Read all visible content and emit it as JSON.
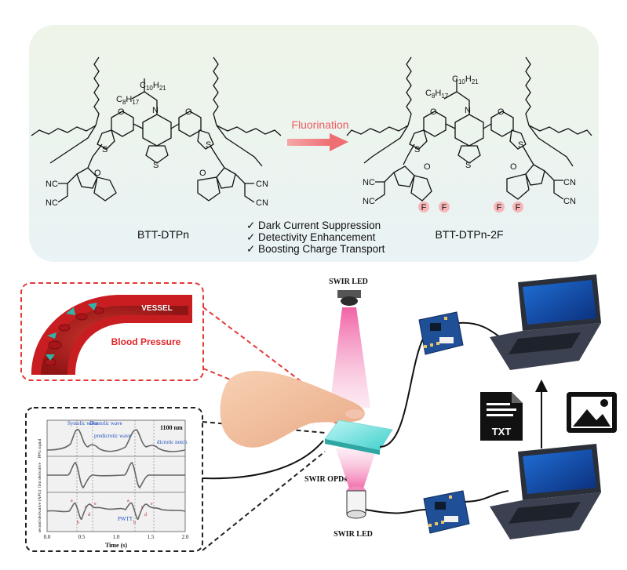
{
  "top_panel": {
    "molecule_left": {
      "name": "BTT-DTPn",
      "side_chain_1": "C",
      "side_chain_1_sub": "10",
      "side_chain_1_h": "H",
      "side_chain_1_hsub": "21",
      "side_chain_2": "C",
      "side_chain_2_sub": "8",
      "side_chain_2_h": "H",
      "side_chain_2_hsub": "17",
      "atoms": {
        "O": "O",
        "S": "S",
        "N": "N",
        "CN": "CN",
        "NC": "NC"
      }
    },
    "molecule_right": {
      "name": "BTT-DTPn-2F",
      "fluorine": "F"
    },
    "arrow_label": "Fluorination",
    "benefits": [
      "✓ Dark Current Suppression",
      "✓ Detectivity Enhancement",
      "✓ Boosting Charge Transport"
    ]
  },
  "bottom_panel": {
    "vessel": {
      "vessel_label": "VESSEL",
      "pressure_label": "Blood Pressure"
    },
    "led_top": "SWIR LED",
    "led_bottom": "SWIR LED",
    "opds": "SWIR OPDs",
    "txt_icon_label": "TXT",
    "icons": [
      "document-icon",
      "image-icon",
      "arrow-up-icon",
      "laptop-icon",
      "circuit-board-icon"
    ],
    "plot": {
      "annotation_wavelength": "1100 nm",
      "systolic": "Systolic wave",
      "diastolic": "Diastolic wave",
      "predicrotic": "predicrotic wave",
      "dicrotic": "dicrotic notch",
      "ylabels": [
        "PPG signal",
        "first derivative",
        "second derivative (APG)"
      ],
      "xlabel": "Time (s)",
      "xticks": [
        "0.0",
        "0.5",
        "1.0",
        "1.5",
        "2.0"
      ],
      "pwtt": "PWTT",
      "points": [
        "a",
        "b",
        "c",
        "d",
        "e",
        "a",
        "b",
        "c",
        "d",
        "e"
      ]
    }
  },
  "colors": {
    "accent_red": "#e8363a",
    "panel_bg": "#eef4ea",
    "pink_beam": "#f06aa8",
    "led_blue": "#1a3a6e"
  }
}
